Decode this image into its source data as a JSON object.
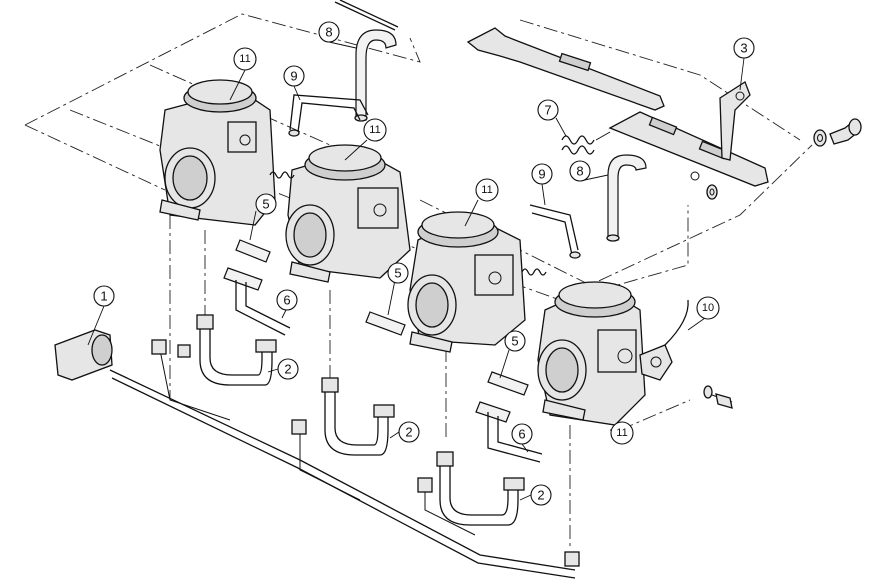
{
  "callouts": [
    {
      "id": "c1",
      "label": "1"
    },
    {
      "id": "c2a",
      "label": "2"
    },
    {
      "id": "c2b",
      "label": "2"
    },
    {
      "id": "c2c",
      "label": "2"
    },
    {
      "id": "c3",
      "label": "3"
    },
    {
      "id": "c5a",
      "label": "5"
    },
    {
      "id": "c5b",
      "label": "5"
    },
    {
      "id": "c5c",
      "label": "5"
    },
    {
      "id": "c6a",
      "label": "6"
    },
    {
      "id": "c6b",
      "label": "6"
    },
    {
      "id": "c7",
      "label": "7"
    },
    {
      "id": "c8a",
      "label": "8"
    },
    {
      "id": "c8b",
      "label": "8"
    },
    {
      "id": "c9a",
      "label": "9"
    },
    {
      "id": "c9b",
      "label": "9"
    },
    {
      "id": "c10",
      "label": "10"
    },
    {
      "id": "c11a",
      "label": "11"
    },
    {
      "id": "c11b",
      "label": "11"
    },
    {
      "id": "c11c",
      "label": "11"
    },
    {
      "id": "c11d",
      "label": "11"
    }
  ]
}
